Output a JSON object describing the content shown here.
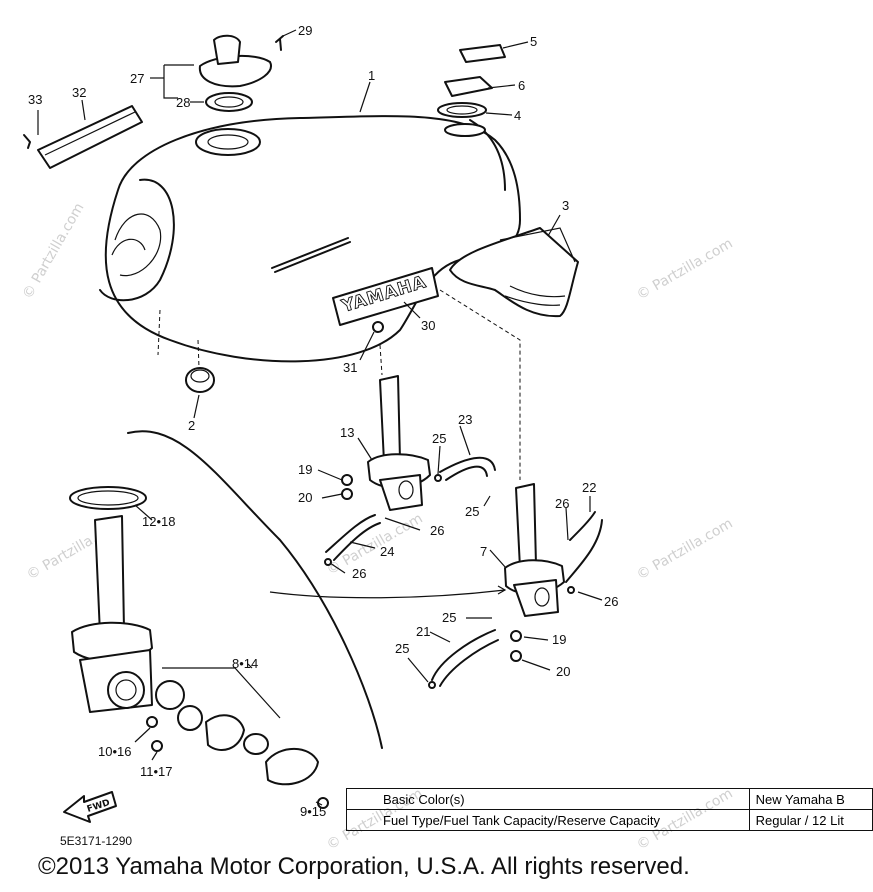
{
  "diagram": {
    "part_labels": [
      "29",
      "5",
      "27",
      "1",
      "6",
      "4",
      "33",
      "32",
      "28",
      "3",
      "30",
      "2",
      "31",
      "13",
      "23",
      "25",
      "19",
      "20",
      "26",
      "22",
      "24",
      "7",
      "12•18",
      "21",
      "8•14",
      "10•16",
      "11•17",
      "9•15"
    ],
    "drawing_number": "5E3171-1290",
    "watermark": "© Partzilla.com",
    "tank_emblem": "YAMAHA",
    "arrow_tag": "FWD"
  },
  "spec_table": [
    {
      "label": "Basic Color(s)",
      "value": "New Yamaha B"
    },
    {
      "label": "Fuel Type/Fuel Tank Capacity/Reserve Capacity",
      "value": "Regular / 12 Lit"
    }
  ],
  "copyright": "©2013  Yamaha Motor Corporation, U.S.A. All rights reserved."
}
